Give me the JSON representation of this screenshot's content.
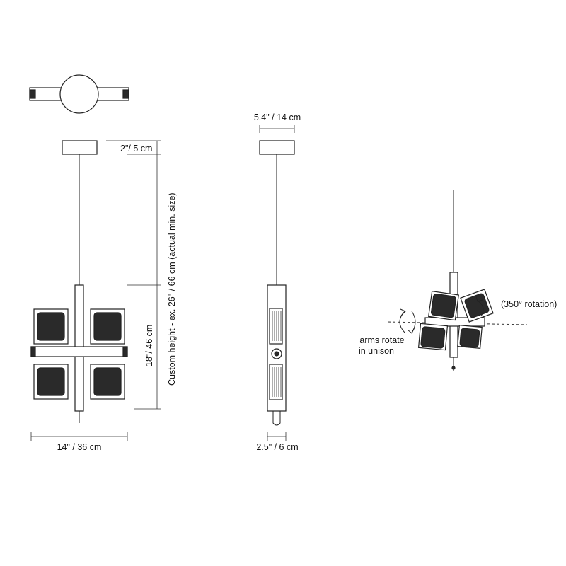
{
  "dimensions": {
    "canopy_height": "2\"/  5 cm",
    "custom_height": "Custom height - ex. 26\" / 66 cm (actual min. size)",
    "fixture_height": "18\"/  46 cm",
    "width": "14\" / 36 cm",
    "canopy_diameter": "5.4\" / 14 cm",
    "depth": "2.5\" / 6 cm"
  },
  "annotations": {
    "rotation": "(350° rotation)",
    "arms_line1": "arms rotate",
    "arms_line2": "in unison"
  }
}
